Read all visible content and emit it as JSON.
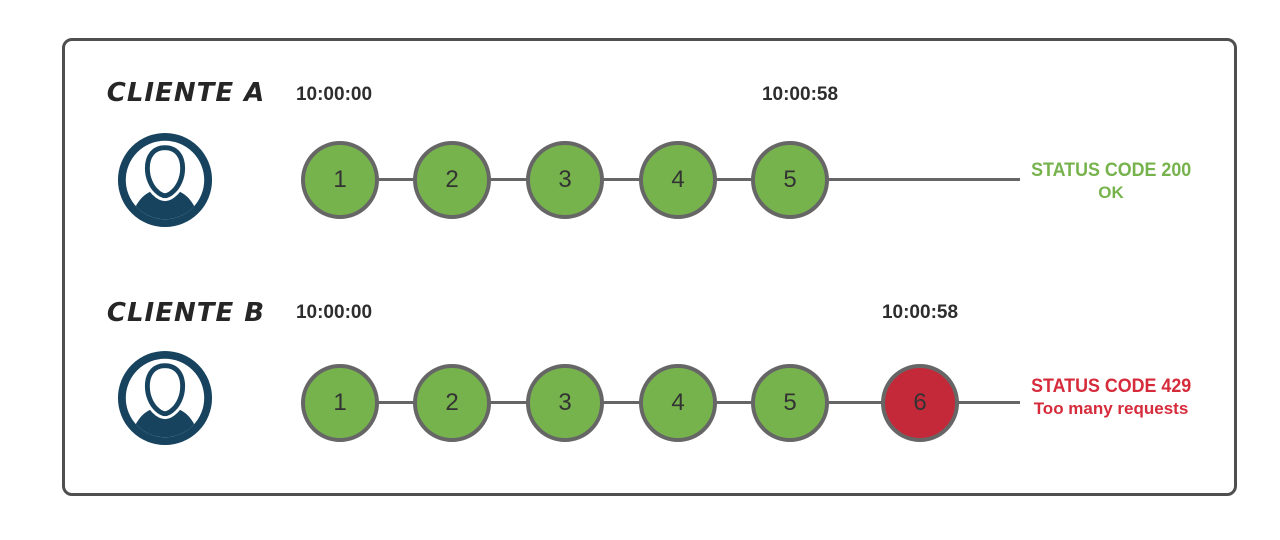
{
  "diagram_title": "rate-limiting-clients-diagram",
  "colors": {
    "success_green": "#77b34d",
    "error_red": "#c4293a",
    "error_text_red": "#d62b3b",
    "success_text_green": "#77b34d",
    "avatar_navy": "#17435f",
    "neutral_stroke": "#666666",
    "frame_border": "#4f4f4f",
    "text_dark": "#2d2d2d"
  },
  "rows": [
    {
      "client_label": "CLIENTE A",
      "avatar_icon": "user-icon",
      "start_time": "10:00:00",
      "end_time": "10:00:58",
      "requests": [
        {
          "label": "1",
          "status": "ok"
        },
        {
          "label": "2",
          "status": "ok"
        },
        {
          "label": "3",
          "status": "ok"
        },
        {
          "label": "4",
          "status": "ok"
        },
        {
          "label": "5",
          "status": "ok"
        }
      ],
      "status_title": "STATUS CODE 200",
      "status_subtitle": "OK"
    },
    {
      "client_label": "CLIENTE B",
      "avatar_icon": "user-icon",
      "start_time": "10:00:00",
      "end_time": "10:00:58",
      "requests": [
        {
          "label": "1",
          "status": "ok"
        },
        {
          "label": "2",
          "status": "ok"
        },
        {
          "label": "3",
          "status": "ok"
        },
        {
          "label": "4",
          "status": "ok"
        },
        {
          "label": "5",
          "status": "ok"
        },
        {
          "label": "6",
          "status": "error"
        }
      ],
      "status_title": "STATUS CODE 429",
      "status_subtitle": "Too many requests"
    }
  ]
}
